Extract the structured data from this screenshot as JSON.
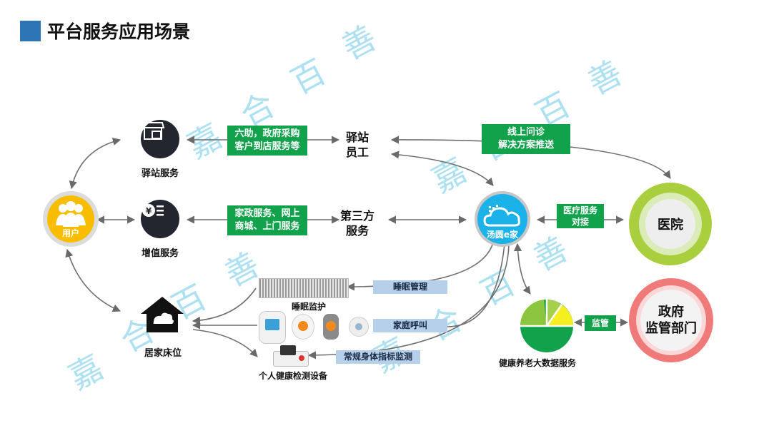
{
  "title": "平台服务应用场景",
  "watermark": [
    "嘉",
    "合",
    "百",
    "善"
  ],
  "nodes": {
    "user": "用户",
    "station_service": "驿站服务",
    "value_service": "增值服务",
    "home_bed": "居家床位",
    "station_staff": [
      "驿站",
      "员工"
    ],
    "third_party": [
      "第三方",
      "服务"
    ],
    "platform": "汤圆e家",
    "hospital": "医院",
    "gov": [
      "政府",
      "监管部门"
    ],
    "big_data": "健康养老大数据服务",
    "sleep_monitor": "睡眠监护",
    "health_devices": "个人健康检测设备"
  },
  "tags": {
    "green1": [
      "六助，政府采购",
      "客户到店服务等"
    ],
    "green2": [
      "家政服务、网上",
      "商城、上门服务"
    ],
    "green3": [
      "线上问诊",
      "解决方案推送"
    ],
    "green4": [
      "医疗服务",
      "对接"
    ],
    "green5": "监管",
    "blue1": "睡眠管理",
    "blue2": "家庭呼叫",
    "blue3": "常规身体指标监测"
  },
  "colors": {
    "green": "#12a24b",
    "blue_tag": "#b7d0ea",
    "user_yellow": "#f9bd00",
    "hospital_ring": "#a9cf3e",
    "gov_ring": "#f07a7a",
    "platform_blue": "#1ab2e8",
    "title_bar": "#2e75b6"
  }
}
